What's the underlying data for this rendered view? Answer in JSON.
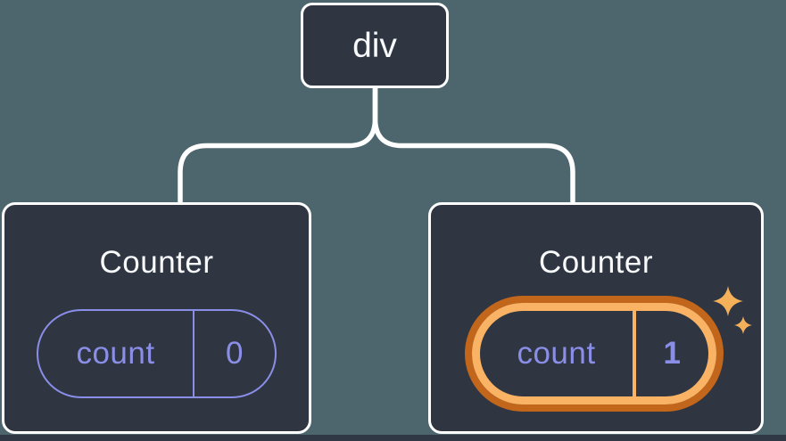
{
  "diagram": {
    "description": "React component tree: a div root with two Counter children; the second Counter's state is highlighted as updated",
    "root_node": {
      "label": "div"
    },
    "nodes": [
      {
        "title": "Counter",
        "state_pill": {
          "label": "count",
          "value": "0"
        },
        "highlighted": false
      },
      {
        "title": "Counter",
        "state_pill": {
          "label": "count",
          "value": "1"
        },
        "highlighted": true
      }
    ]
  },
  "icons": {
    "sparkle_large": "sparkle-icon",
    "sparkle_small": "sparkle-icon"
  },
  "colors": {
    "background": "#4d666e",
    "node_fill": "#2f3642",
    "node_border": "#ffffff",
    "connector": "#ffffff",
    "state_accent": "#8a8ee7",
    "highlight_ring_outer": "#c2661b",
    "highlight_ring_inner": "#fab364",
    "sparkle": "#f5b15a",
    "bottom_strip": "#313845",
    "text_primary": "#f7f9fb"
  }
}
